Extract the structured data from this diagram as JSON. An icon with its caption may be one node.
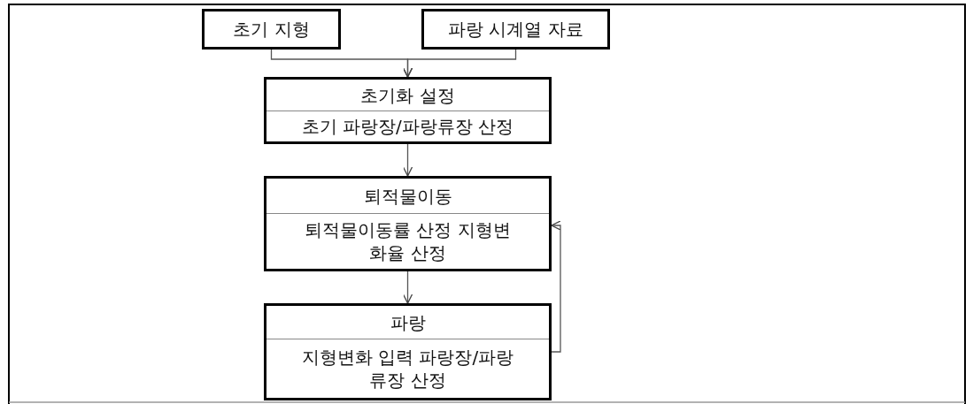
{
  "diagram": {
    "nodes": [
      {
        "text": [
          "초기 지형"
        ]
      },
      {
        "text": [
          "파랑 시계열 자료"
        ]
      },
      {
        "text": [
          "초기화 설정",
          "초기 파랑장/파랑류장 산정"
        ]
      },
      {
        "text": [
          "퇴적물이동",
          "퇴적물이동률 산정 지형변화율 산정"
        ]
      },
      {
        "text": [
          "파랑",
          "지형변화 입력 파랑장/파랑류장 산정"
        ]
      }
    ],
    "edges": [
      {
        "from": 0,
        "to": 2,
        "arrow": "to"
      },
      {
        "from": 1,
        "to": 2,
        "arrow": "to"
      },
      {
        "from": 2,
        "to": 3,
        "arrow": "to"
      },
      {
        "from": 3,
        "to": 4,
        "arrow": "to"
      },
      {
        "from": 4,
        "to": 3,
        "arrow": "to"
      }
    ]
  }
}
